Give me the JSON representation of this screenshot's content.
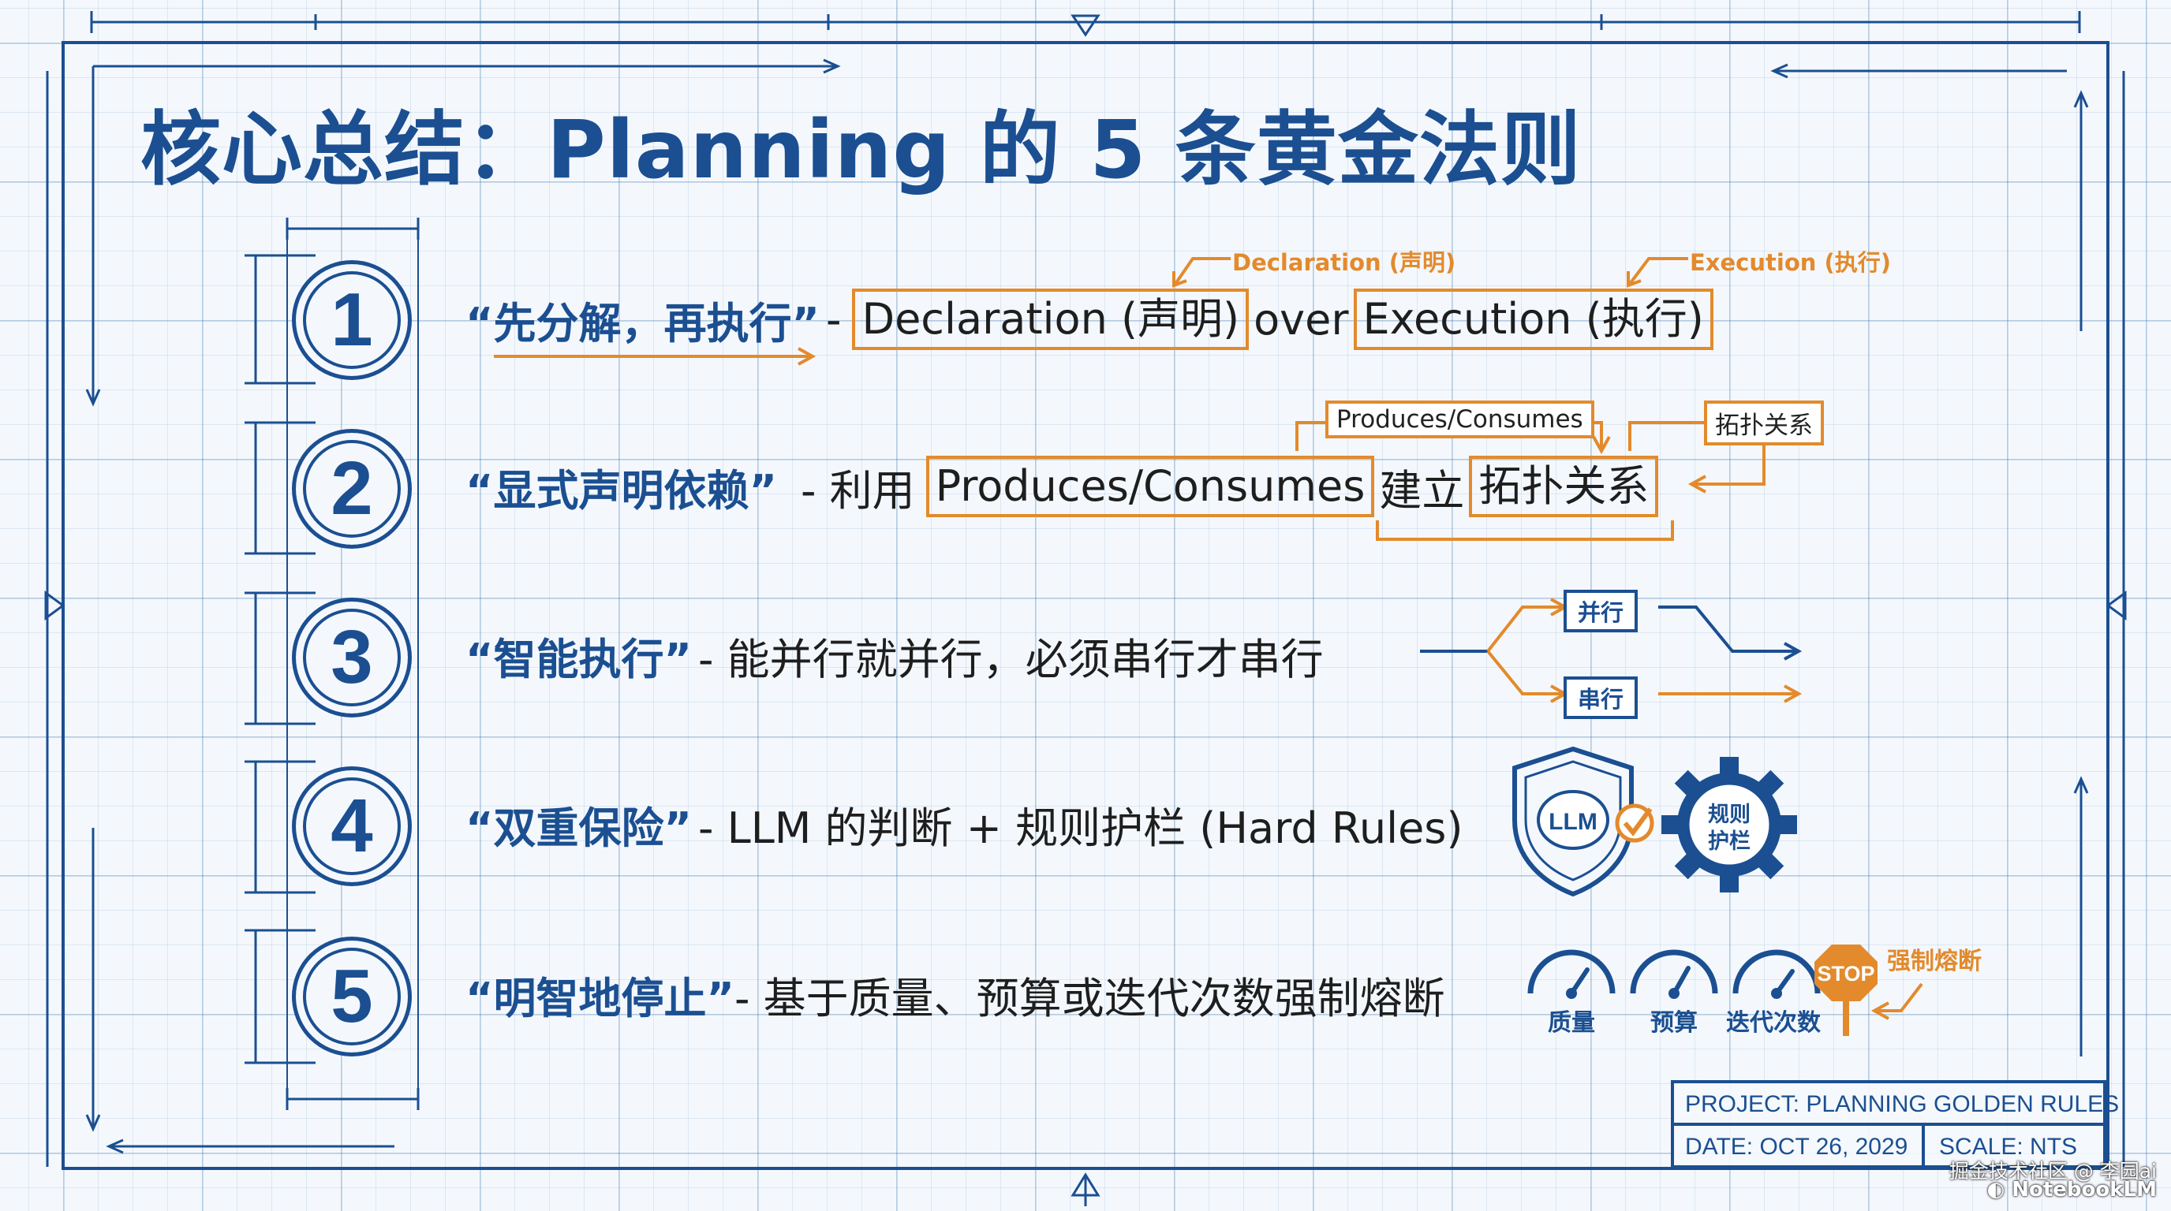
{
  "title": "核心总结：Planning 的 5 条黄金法则",
  "rules": [
    {
      "number": "1",
      "quote": "“先分解，再执行”",
      "dash": "-",
      "box1": "Declaration (声明)",
      "mid": "over",
      "box2": "Execution (执行)"
    },
    {
      "number": "2",
      "quote": "“显式声明依赖”",
      "dash": "- 利用",
      "box1": "Produces/Consumes",
      "mid": "建立",
      "box2": "拓扑关系"
    },
    {
      "number": "3",
      "quote": "“智能执行”",
      "text": "- 能并行就并行，必须串行才串行"
    },
    {
      "number": "4",
      "quote": "“双重保险”",
      "text": "- LLM 的判断 + 规则护栏 (Hard Rules)"
    },
    {
      "number": "5",
      "quote": "“明智地停止”",
      "text": "- 基于质量、预算或迭代次数强制熔断"
    }
  ],
  "annotations": {
    "declaration_label": "Declaration (声明)",
    "execution_label": "Execution (执行)",
    "produces_tag": "Produces/Consumes",
    "topology_tag": "拓扑关系",
    "parallel_tag": "并行",
    "serial_tag": "串行",
    "llm_badge": "LLM",
    "rules_gear": [
      "规则",
      "护栏"
    ],
    "gauges": [
      "质量",
      "预算",
      "迭代次数"
    ],
    "stop_sign": "STOP",
    "stop_label": "强制熔断"
  },
  "title_block": {
    "project": "PROJECT: PLANNING GOLDEN RULES",
    "date": "DATE: OCT 26, 2029",
    "scale": "SCALE: NTS"
  },
  "watermark": {
    "source": "掘金技术社区 @ 李园ai",
    "brand": "NotebookLM"
  },
  "colors": {
    "blue": "#1b4f91",
    "orange": "#e38a2c",
    "grid": "#2e6ba8"
  }
}
